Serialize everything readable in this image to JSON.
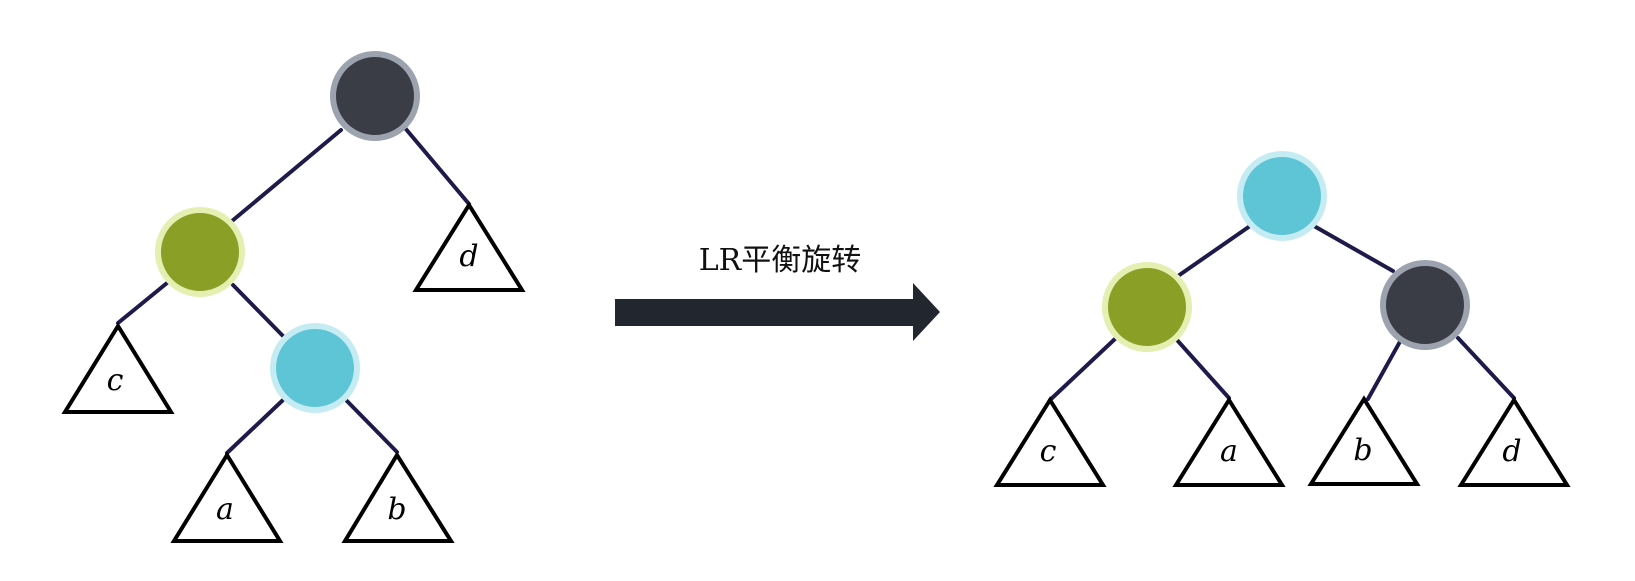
{
  "caption": "LR平衡旋转",
  "colors": {
    "dark_node": "#3a3d46",
    "dark_ring": "#9ca3af",
    "olive_node": "#8a9f26",
    "olive_ring": "#e4efb1",
    "cyan_node": "#5ec5d6",
    "cyan_ring": "#c6ecf3",
    "edge": "#1e1b4b",
    "arrow": "#22262e"
  },
  "before": {
    "leaves": [
      "c",
      "a",
      "b",
      "d"
    ]
  },
  "after": {
    "leaves": [
      "c",
      "a",
      "b",
      "d"
    ]
  }
}
